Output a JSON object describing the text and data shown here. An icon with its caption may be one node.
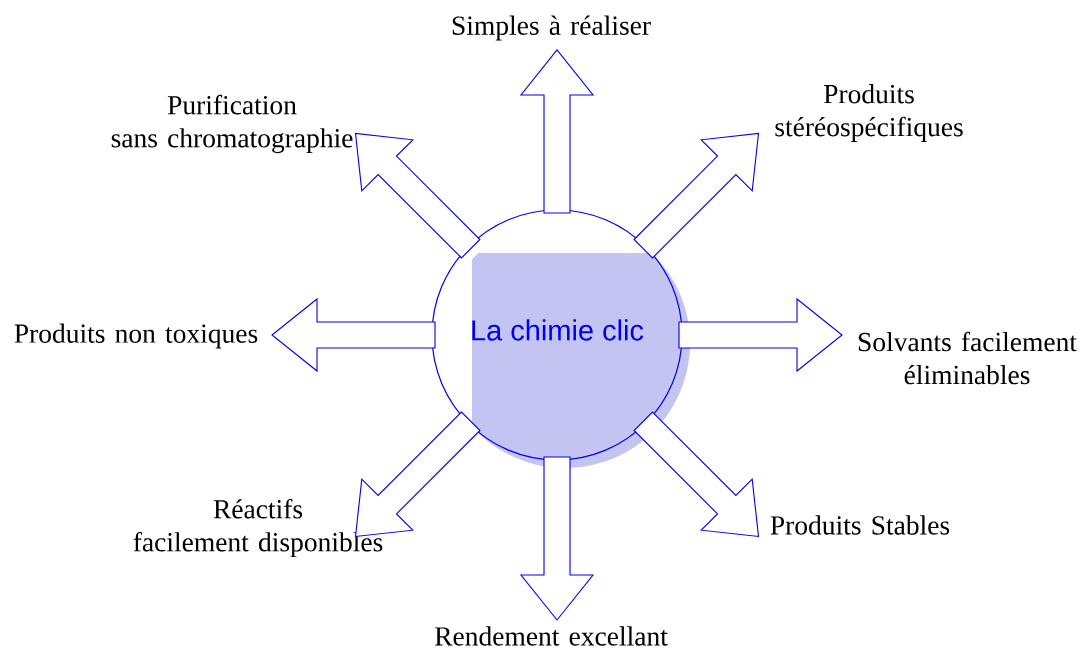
{
  "diagram": {
    "nodes": [
      {
        "text": [
          "La chimie clic"
        ]
      },
      {
        "text": [
          "Simples à réaliser"
        ]
      },
      {
        "text": [
          "Purification sans chromatographie"
        ]
      },
      {
        "text": [
          "Produits stéréospécifiques"
        ]
      },
      {
        "text": [
          "Produits non toxiques"
        ]
      },
      {
        "text": [
          "Solvants facilement éliminables"
        ]
      },
      {
        "text": [
          "Réactifs facilement disponibles"
        ]
      },
      {
        "text": [
          "Produits Stables"
        ]
      },
      {
        "text": [
          "Rendement excellant"
        ]
      }
    ],
    "edges": [
      {
        "from": 0,
        "to": 1,
        "arrow": "to"
      },
      {
        "from": 0,
        "to": 2,
        "arrow": "to"
      },
      {
        "from": 0,
        "to": 3,
        "arrow": "to"
      },
      {
        "from": 0,
        "to": 4,
        "arrow": "to"
      },
      {
        "from": 0,
        "to": 5,
        "arrow": "to"
      },
      {
        "from": 0,
        "to": 6,
        "arrow": "to"
      },
      {
        "from": 0,
        "to": 7,
        "arrow": "to"
      },
      {
        "from": 0,
        "to": 8,
        "arrow": "to"
      }
    ]
  }
}
